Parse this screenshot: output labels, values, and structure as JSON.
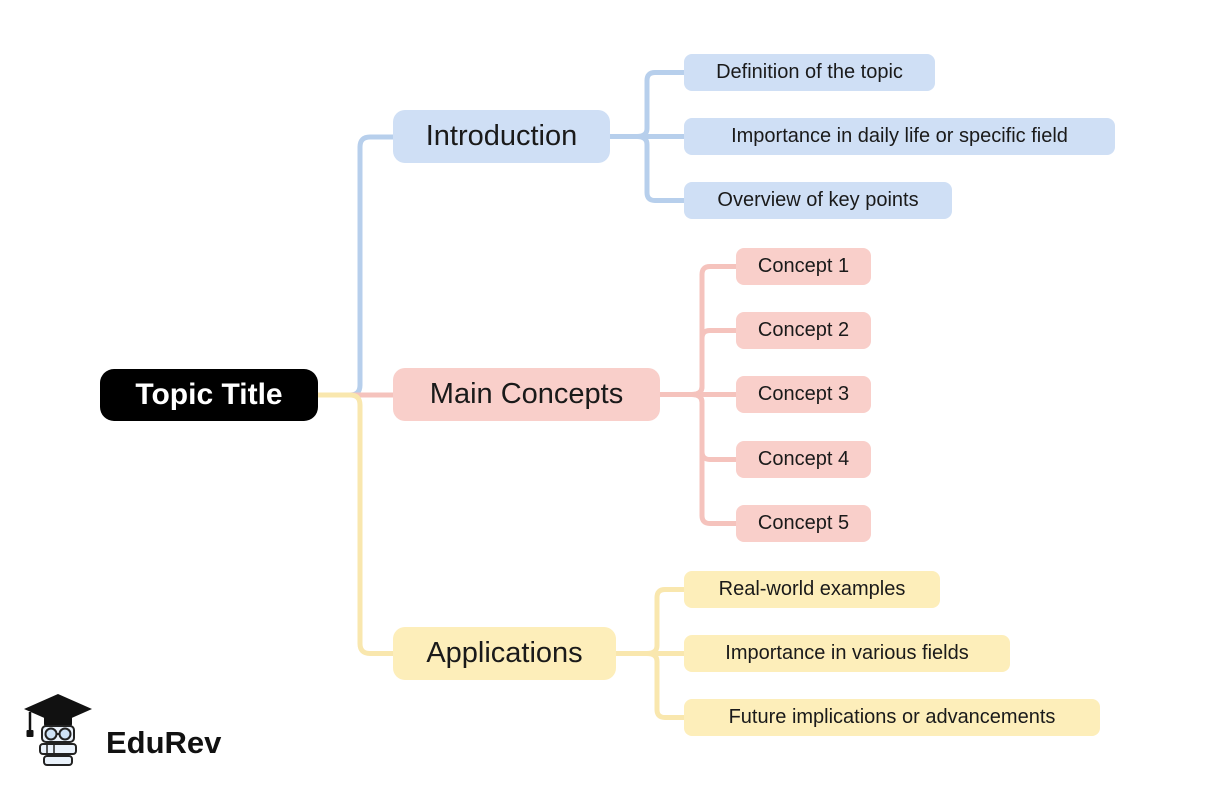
{
  "root": {
    "label": "Topic Title"
  },
  "branches": [
    {
      "id": "introduction",
      "label": "Introduction",
      "children": [
        "Definition of the topic",
        "Importance in daily life or specific field",
        "Overview of key points"
      ]
    },
    {
      "id": "main-concepts",
      "label": "Main Concepts",
      "children": [
        "Concept 1",
        "Concept 2",
        "Concept 3",
        "Concept 4",
        "Concept 5"
      ]
    },
    {
      "id": "applications",
      "label": "Applications",
      "children": [
        "Real-world examples",
        "Importance in various fields",
        "Future implications or advancements"
      ]
    }
  ],
  "colors": {
    "root_bg": "#000000",
    "root_text": "#ffffff",
    "introduction_box": "#cfdff5",
    "introduction_line": "#b7cfec",
    "main_concepts_box": "#f9cfca",
    "main_concepts_line": "#f5c3bd",
    "applications_box": "#fdeeba",
    "applications_line": "#f9e7ae",
    "node_text": "#1a1a1a"
  },
  "logo": {
    "text": "EduRev"
  }
}
